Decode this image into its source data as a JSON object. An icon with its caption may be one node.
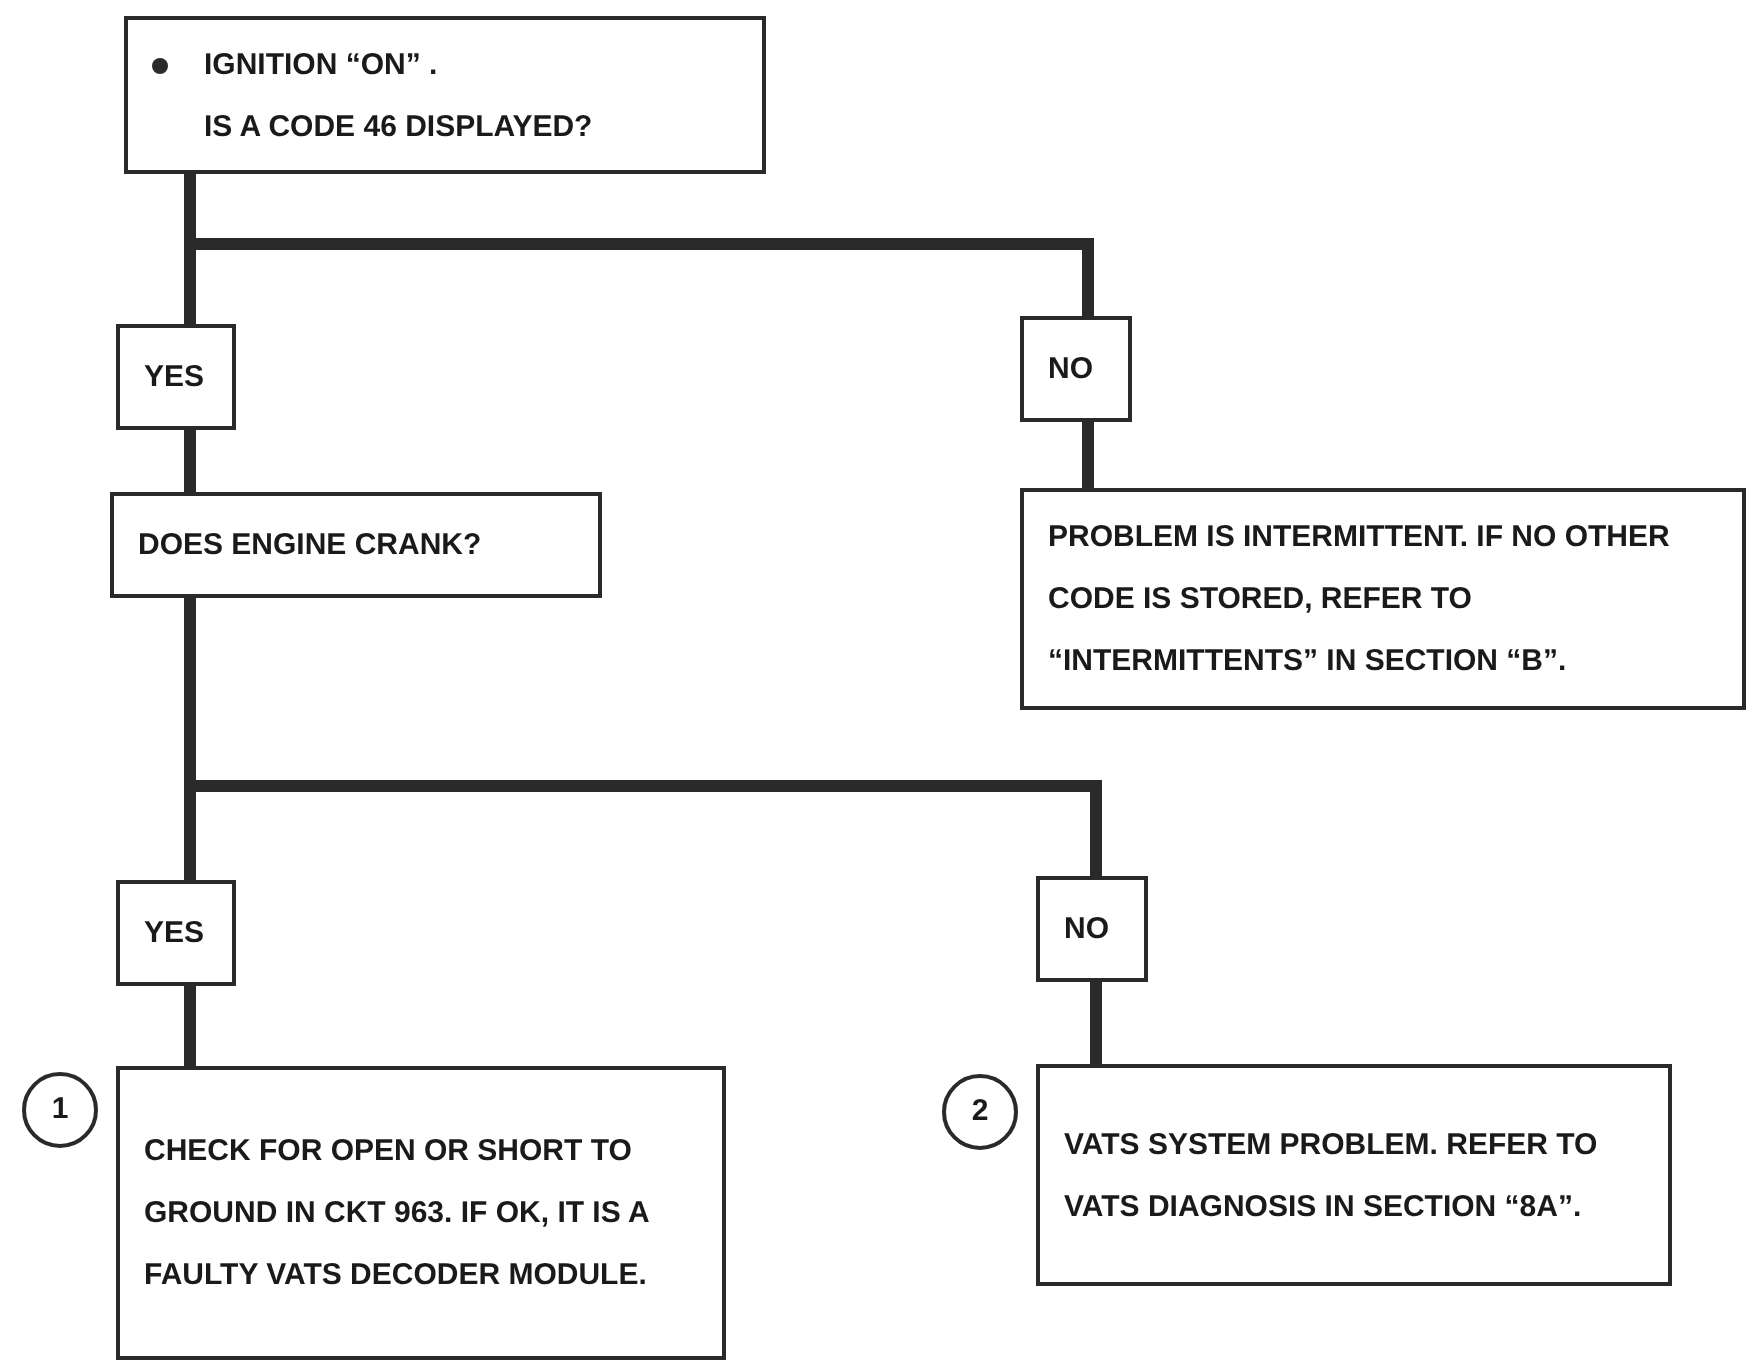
{
  "diagram": {
    "nodes": [
      {
        "text": [
          "IGNITION “ON” .",
          "IS A CODE 46 DISPLAYED?"
        ]
      },
      {
        "text": [
          "YES"
        ]
      },
      {
        "text": [
          "NO"
        ]
      },
      {
        "text": [
          "DOES ENGINE CRANK?"
        ]
      },
      {
        "text": [
          "PROBLEM IS INTERMITTENT. IF NO OTHER CODE IS STORED, REFER TO “INTERMITTENTS” IN SECTION “B”."
        ]
      },
      {
        "text": [
          "YES"
        ]
      },
      {
        "text": [
          "NO"
        ]
      },
      {
        "text": [
          "CHECK FOR OPEN OR SHORT TO GROUND IN CKT 963. IF OK, IT IS A FAULTY VATS DECODER MODULE."
        ],
        "beside": [
          "1"
        ]
      },
      {
        "text": [
          "VATS SYSTEM PROBLEM. REFER TO VATS DIAGNOSIS IN SECTION “8A”."
        ],
        "beside": [
          "2"
        ]
      }
    ],
    "edges": [
      {
        "from": 0,
        "to": 1,
        "arrow": "none"
      },
      {
        "from": 0,
        "to": 2,
        "arrow": "none"
      },
      {
        "from": 1,
        "to": 3,
        "arrow": "none"
      },
      {
        "from": 2,
        "to": 4,
        "arrow": "none"
      },
      {
        "from": 3,
        "to": 5,
        "arrow": "none"
      },
      {
        "from": 3,
        "to": 6,
        "arrow": "none"
      },
      {
        "from": 5,
        "to": 7,
        "arrow": "none"
      },
      {
        "from": 6,
        "to": 8,
        "arrow": "none"
      }
    ]
  }
}
